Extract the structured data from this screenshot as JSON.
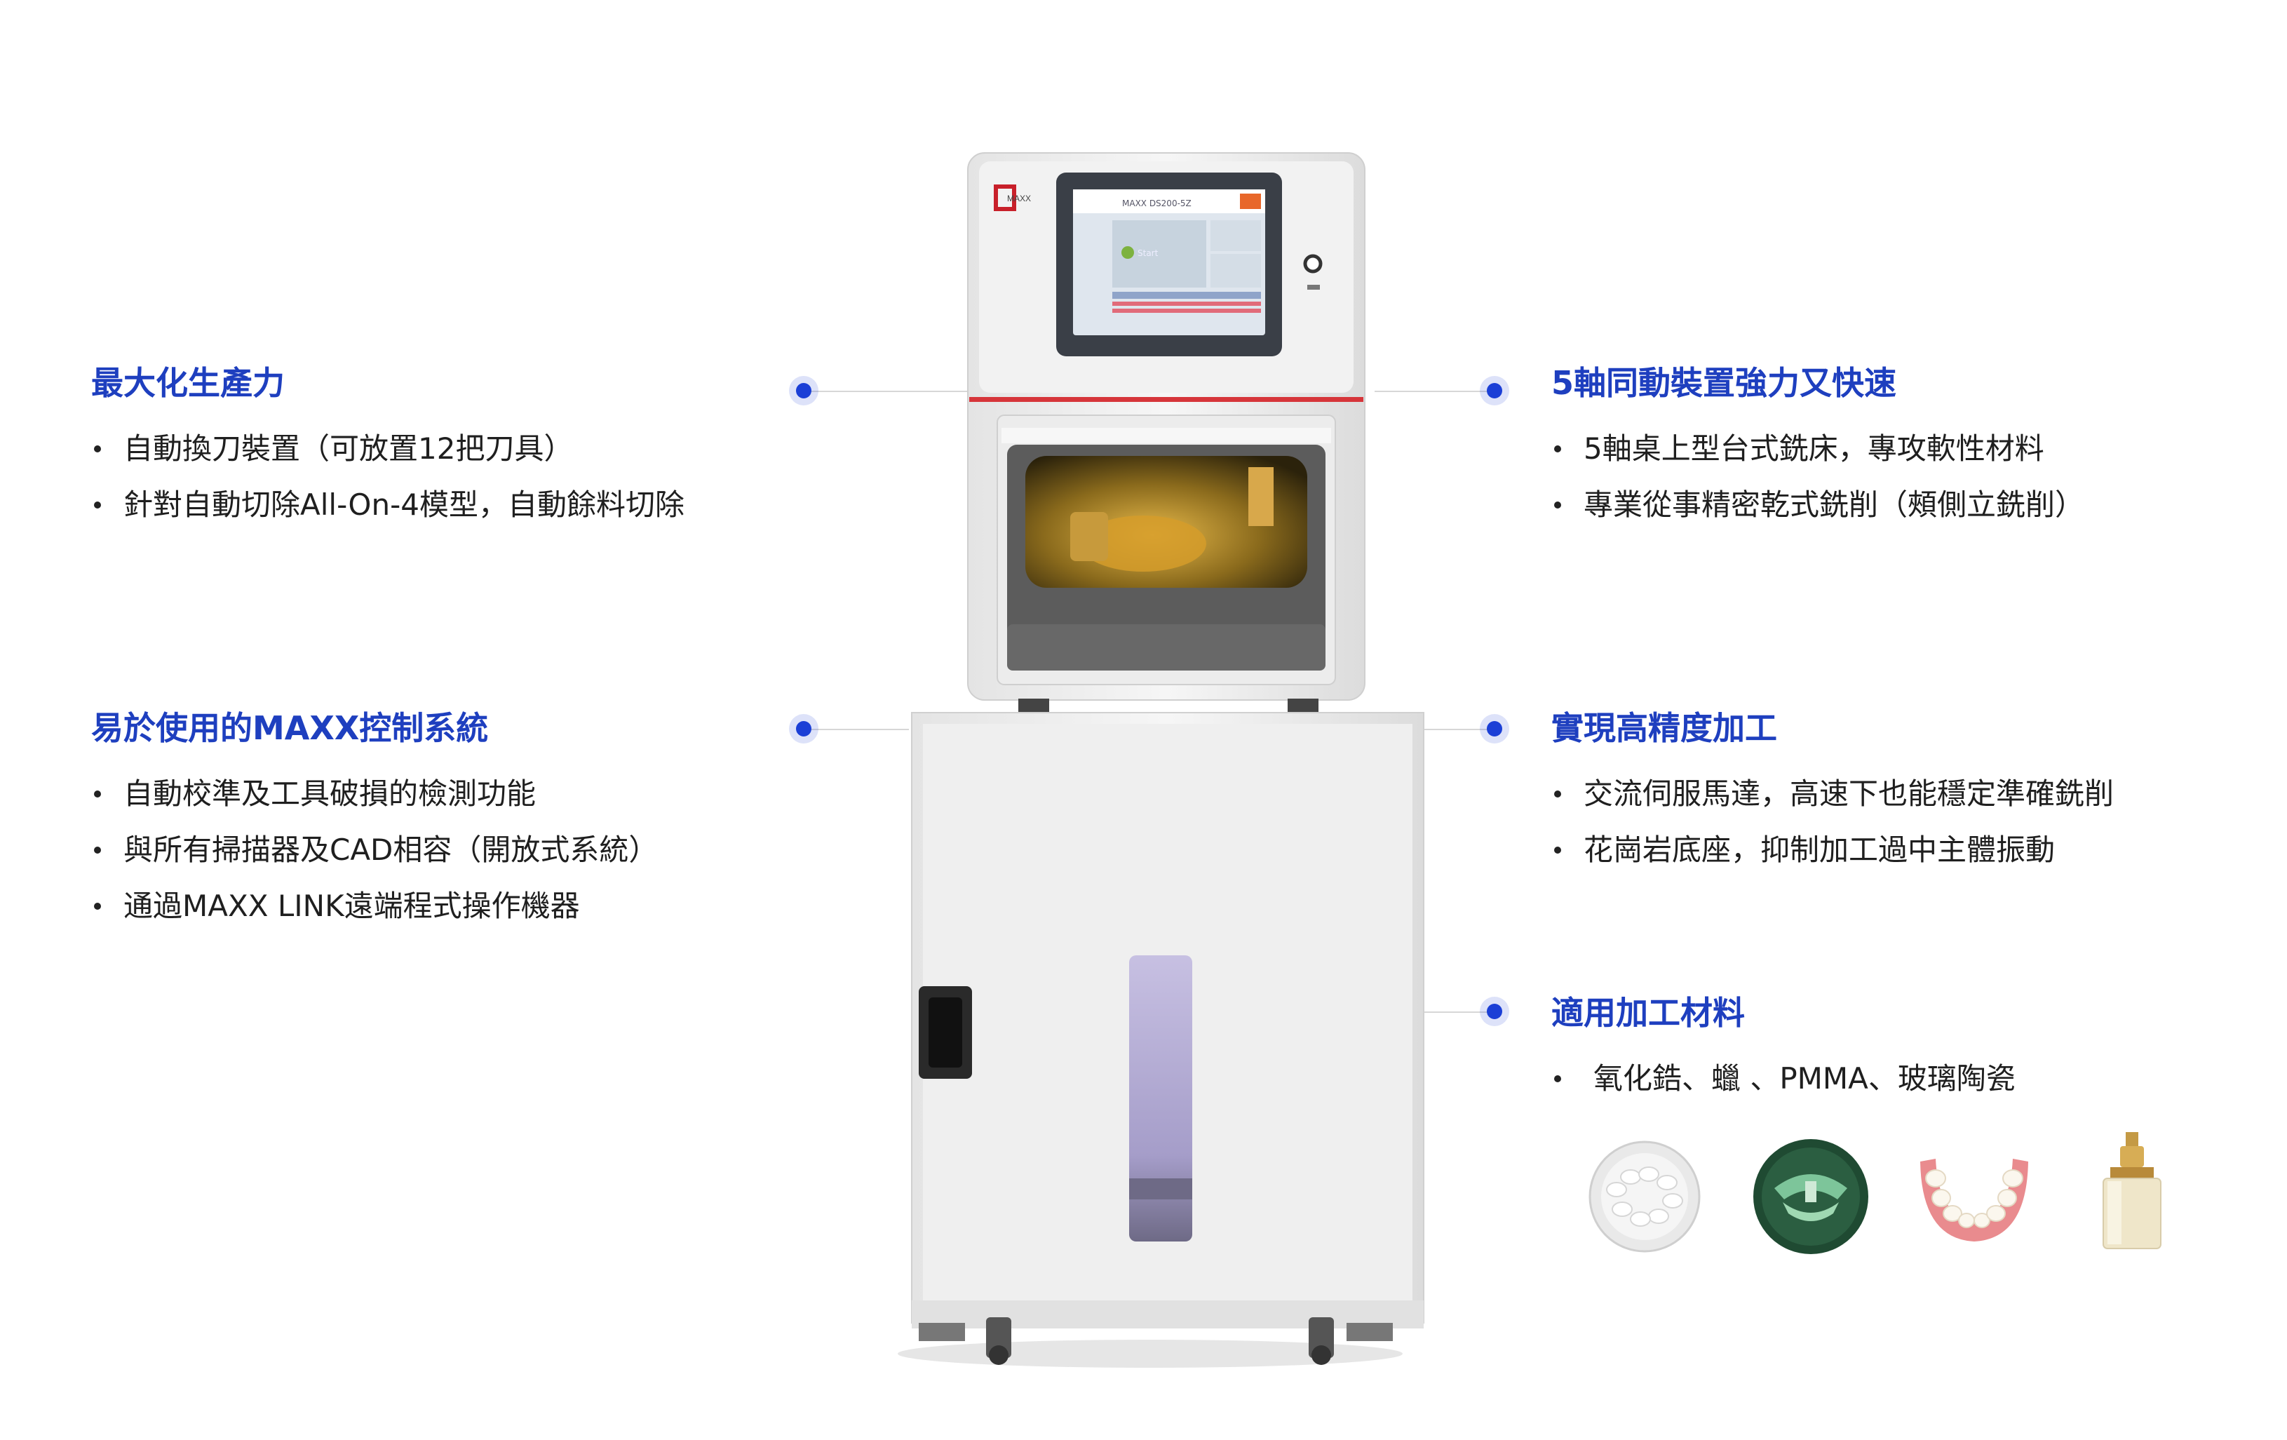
{
  "brand": {
    "logo_text": "MAXX"
  },
  "screen": {
    "model": "MAXX DS200-5Z",
    "start": "Start"
  },
  "features": [
    {
      "title": "最大化生產力",
      "bullets": [
        "自動換刀裝置（可放置12把刀具）",
        "針對自動切除All-On-4模型，自動餘料切除"
      ]
    },
    {
      "title": "易於使用的MAXX控制系統",
      "bullets": [
        "自動校準及工具破損的檢測功能",
        "與所有掃描器及CAD相容（開放式系統）",
        "通過MAXX LINK遠端程式操作機器"
      ]
    },
    {
      "title": "5軸同動裝置強力又快速",
      "bullets": [
        "5軸桌上型台式銑床，專攻軟性材料",
        "專業從事精密乾式銑削（頰側立銑削）"
      ]
    },
    {
      "title": "實現高精度加工",
      "bullets": [
        "交流伺服馬達，高速下也能穩定準確銑削",
        "花崗岩底座，抑制加工過中主體振動"
      ]
    },
    {
      "title": "適用加工材料",
      "bullets": [
        "氧化鋯、蠟 、PMMA、玻璃陶瓷"
      ]
    }
  ],
  "materials": [
    {
      "icon": "zirconia-disc-icon"
    },
    {
      "icon": "wax-disc-icon"
    },
    {
      "icon": "pmma-denture-icon"
    },
    {
      "icon": "glass-ceramic-block-icon"
    }
  ],
  "colors": {
    "accent": "#1e3fbf",
    "dot": "#1b3fd6",
    "machine_red": "#c8202a"
  }
}
